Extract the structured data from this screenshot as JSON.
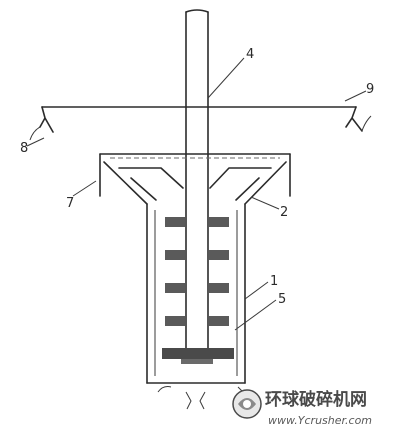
{
  "diagram": {
    "part_labels": [
      "1",
      "2",
      "4",
      "5",
      "7",
      "8",
      "9"
    ]
  },
  "watermark": {
    "cn": "环球破碎机网",
    "url": "www.Ycrusher.com"
  }
}
